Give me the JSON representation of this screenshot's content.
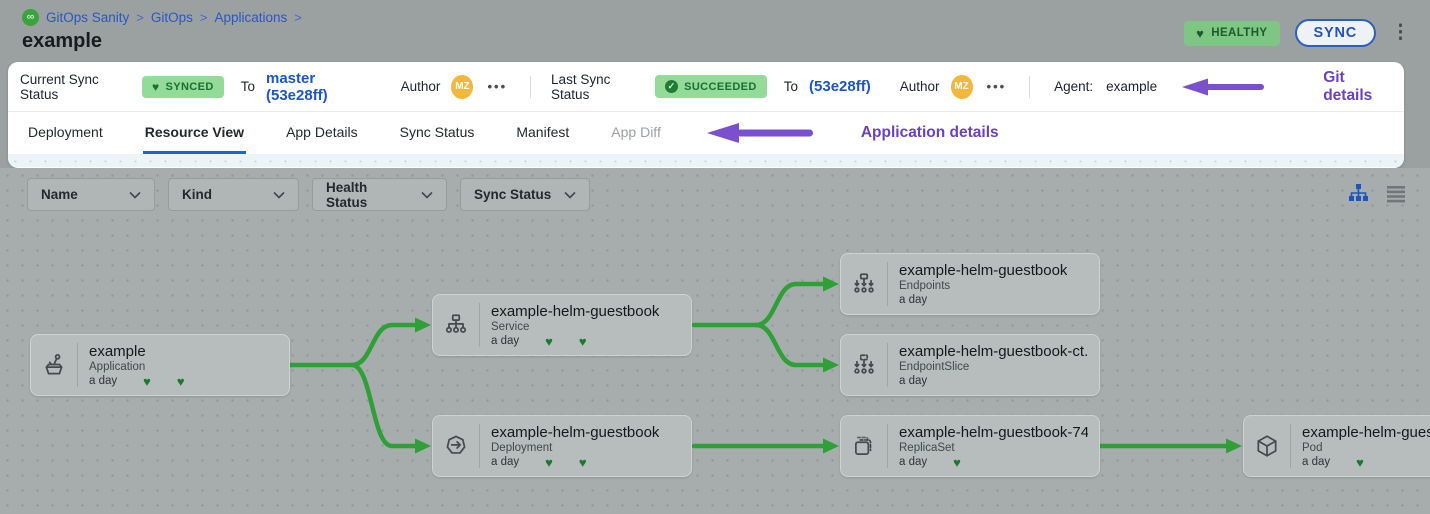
{
  "breadcrumb": {
    "separator": ">",
    "items": [
      "GitOps Sanity",
      "GitOps",
      "Applications"
    ]
  },
  "page_title": "example",
  "header_actions": {
    "health_badge": "HEALTHY",
    "sync_button": "SYNC"
  },
  "sync_bar": {
    "current": {
      "label": "Current Sync Status",
      "status": "SYNCED",
      "to_label": "To",
      "revision": "master (53e28ff)",
      "author_label": "Author",
      "author_initials": "MZ",
      "more": "•••"
    },
    "last": {
      "label": "Last Sync Status",
      "status": "SUCCEEDED",
      "to_label": "To",
      "revision": "(53e28ff)",
      "author_label": "Author",
      "author_initials": "MZ",
      "more": "•••"
    },
    "agent_label": "Agent:",
    "agent_value": "example",
    "annotation": "Git details"
  },
  "tabs": {
    "items": [
      "Deployment",
      "Resource View",
      "App Details",
      "Sync Status",
      "Manifest",
      "App Diff"
    ],
    "active": "Resource View",
    "annotation": "Application details"
  },
  "filters": {
    "name": "Name",
    "kind": "Kind",
    "health": "Health Status",
    "sync": "Sync Status"
  },
  "nodes": [
    {
      "title": "example",
      "kind": "Application",
      "age": "a day",
      "hearts": 2,
      "icon": "application"
    },
    {
      "title": "example-helm-guestbook",
      "kind": "Service",
      "age": "a day",
      "hearts": 2,
      "icon": "service"
    },
    {
      "title": "example-helm-guestbook",
      "kind": "Deployment",
      "age": "a day",
      "hearts": 2,
      "icon": "deployment"
    },
    {
      "title": "example-helm-guestbook",
      "kind": "Endpoints",
      "age": "a day",
      "hearts": 0,
      "icon": "endpoints"
    },
    {
      "title": "example-helm-guestbook-ct...",
      "kind": "EndpointSlice",
      "age": "a day",
      "hearts": 0,
      "icon": "endpointslice"
    },
    {
      "title": "example-helm-guestbook-74...",
      "kind": "ReplicaSet",
      "age": "a day",
      "hearts": 1,
      "icon": "replicaset"
    },
    {
      "title": "example-helm-guestbook",
      "kind": "Pod",
      "age": "a day",
      "hearts": 1,
      "icon": "pod"
    }
  ],
  "colors": {
    "link_blue": "#1b55c8",
    "annotation_purple": "#6b40c6",
    "badge_green_bg": "#94da99",
    "badge_green_text": "#187031",
    "connector_green": "#2f9f38",
    "avatar_yellow": "#f2b73b",
    "heart_green": "#1a7a2d",
    "active_tab_underline": "#1866d6"
  }
}
